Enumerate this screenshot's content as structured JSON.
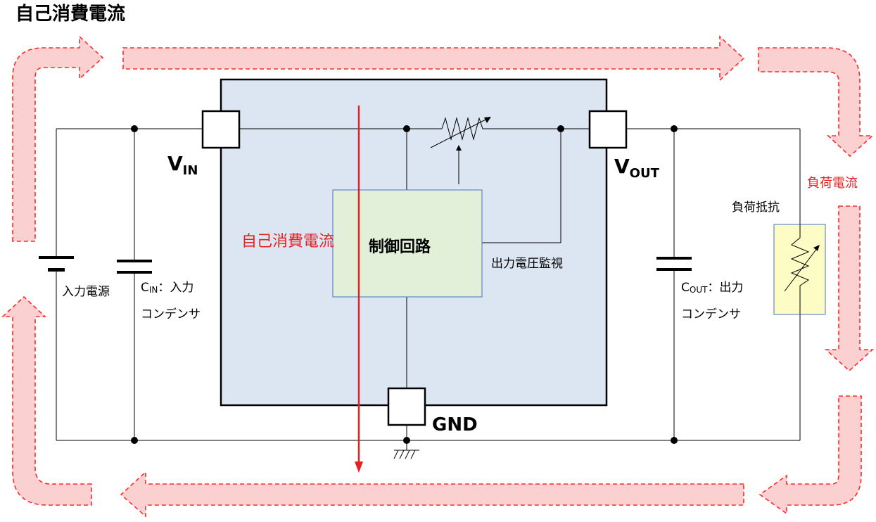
{
  "title": "自己消費電流",
  "pins": {
    "vin": {
      "main": "V",
      "sub": "IN"
    },
    "vout": {
      "main": "V",
      "sub": "OUT"
    },
    "gnd": "GND"
  },
  "blocks": {
    "control": "制御回路",
    "load_resistor": "負荷抵抗"
  },
  "labels": {
    "input_source": "入力電源",
    "cin_main": "C",
    "cin_sub": "IN",
    "cin_suffix": "：入力",
    "cin_line2": "コンデンサ",
    "cout_main": "C",
    "cout_sub": "OUT",
    "cout_suffix": "：出力",
    "cout_line2": "コンデンサ",
    "monitor": "出力電圧監視",
    "self_current": "自己消費電流",
    "load_current": "負荷電流"
  },
  "colors": {
    "ic_fill": "#dce6f2",
    "control_fill": "#e2efd9",
    "load_fill": "#fdfcc4",
    "arrow_fill": "#fbd0d0",
    "arrow_stroke": "#ff2a2a",
    "current_text": "#e52222",
    "wire": "#000000"
  }
}
